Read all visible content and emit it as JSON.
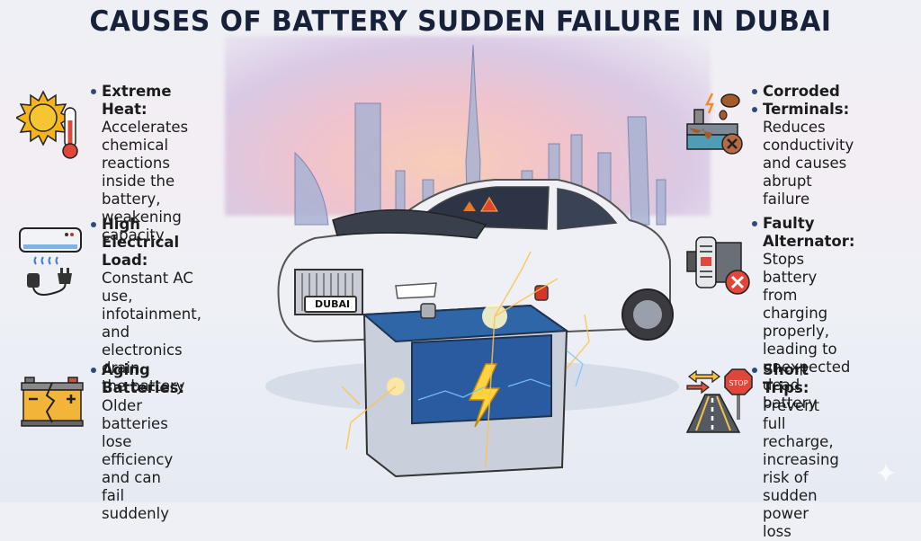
{
  "title": "CAUSES OF BATTERY SUDDEN FAILURE IN DUBAI",
  "left_items": [
    {
      "heading": "Extreme Heat:",
      "description": "Accelerates chemical\nreactions inside the\nbattery,\nweakening capacity",
      "icon": "sun-thermometer-icon"
    },
    {
      "heading": "High Electrical Load:",
      "description": "Constant AC use,\ninfotainment, and\nelectronics drain\nthe battery",
      "icon": "air-conditioner-plug-icon"
    },
    {
      "heading": "Aging Batteries:",
      "description": "Older batteries lose\nefficiency and can\nfail suddenly",
      "icon": "cracked-battery-icon"
    }
  ],
  "right_items": [
    {
      "heading": "Corroded\nTerminals:",
      "heading_line1": "Corroded",
      "heading_line2": "Terminals:",
      "description": "Reduces conductivity\nand causes\nabrupt failure",
      "icon": "corroded-terminal-icon"
    },
    {
      "heading": "Faulty Alternator:",
      "description": "Stops battery from\ncharging properly,\nleading to\nunexpected dead\nbattery",
      "icon": "alternator-error-icon"
    },
    {
      "heading": "Short Trips:",
      "description": "Prevent full\nrecharge,\nincreasing risk of\nsudden power loss",
      "icon": "road-stop-sign-icon"
    }
  ],
  "illustration": {
    "license_plate": "DUBAI",
    "stop_sign": "STOP"
  },
  "colors": {
    "title": "#17223a",
    "bullet": "#2e4a7a",
    "battery_blue": "#2f66a8",
    "spark": "#ffd23f",
    "warning": "#e0462c"
  }
}
